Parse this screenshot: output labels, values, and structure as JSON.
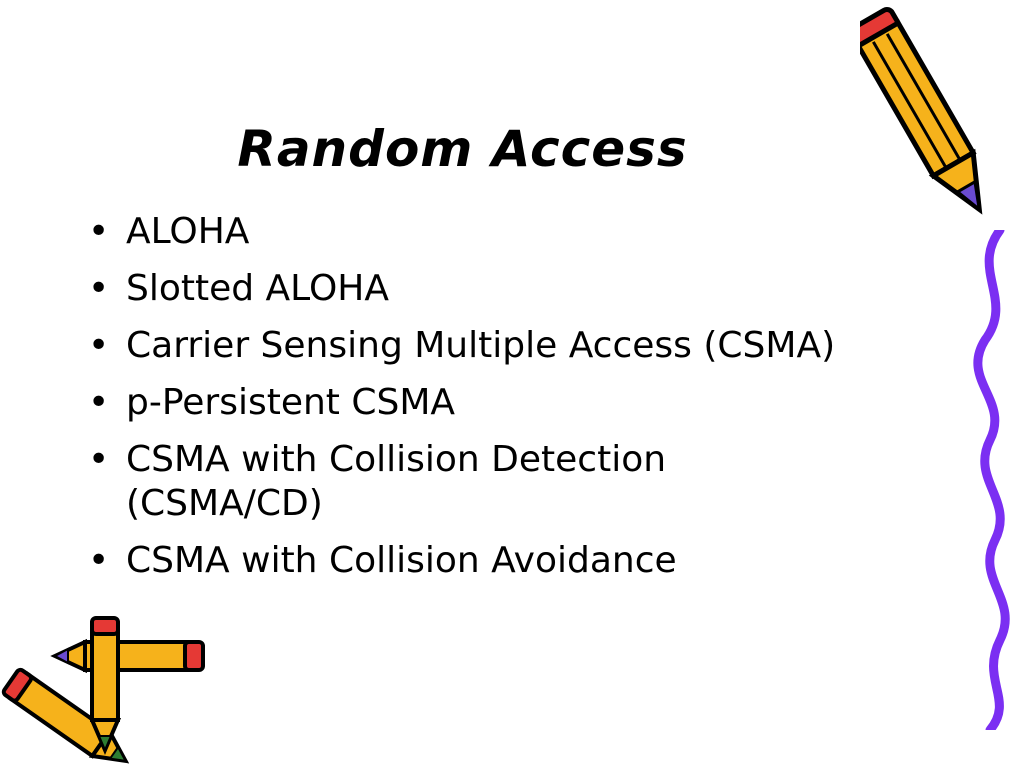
{
  "slide": {
    "title": "Random Access",
    "bullet_glyph": "•",
    "bullets": [
      "ALOHA",
      "Slotted ALOHA",
      "Carrier Sensing Multiple Access (CSMA)",
      "p-Persistent CSMA",
      "CSMA with Collision Detection (CSMA/CD)",
      "CSMA with Collision Avoidance"
    ]
  },
  "decorations": {
    "pencil_colors": {
      "body": "#F6B21B",
      "outline": "#000000",
      "tip": "#6A4BD1",
      "eraser": "#E53935",
      "accent": "#2E7D32"
    },
    "squiggle_color": "#7B2FF2"
  }
}
